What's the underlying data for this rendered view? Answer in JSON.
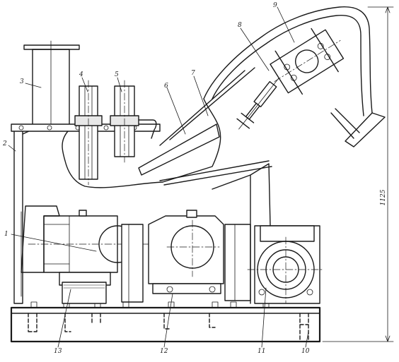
{
  "callouts": [
    {
      "id": "1",
      "text": "1"
    },
    {
      "id": "2",
      "text": "2"
    },
    {
      "id": "3",
      "text": "3"
    },
    {
      "id": "4",
      "text": "4"
    },
    {
      "id": "5",
      "text": "5"
    },
    {
      "id": "6",
      "text": "6"
    },
    {
      "id": "7",
      "text": "7"
    },
    {
      "id": "8",
      "text": "8"
    },
    {
      "id": "9",
      "text": "9"
    },
    {
      "id": "10",
      "text": "10"
    },
    {
      "id": "11",
      "text": "11"
    },
    {
      "id": "12",
      "text": "12"
    },
    {
      "id": "13",
      "text": "13"
    }
  ],
  "dimension": {
    "height_label": "1125"
  }
}
